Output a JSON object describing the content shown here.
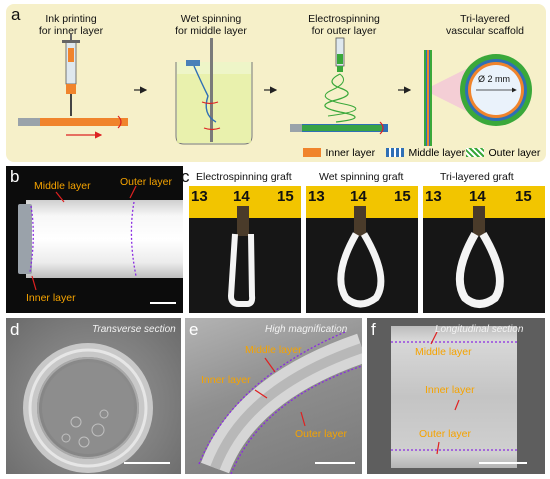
{
  "panel_a": {
    "letter": "a",
    "steps": [
      {
        "line1": "Ink printing",
        "line2": "for inner layer"
      },
      {
        "line1": "Wet spinning",
        "line2": "for middle layer"
      },
      {
        "line1": "Electrospinning",
        "line2": "for outer layer"
      },
      {
        "line1": "Tri-layered",
        "line2": "vascular scaffold"
      }
    ],
    "diameter_label": "Ø 2 mm",
    "legend": [
      {
        "label": "Inner layer",
        "color": "#f0842c"
      },
      {
        "label": "Middle layer",
        "color": "#2f6fb5"
      },
      {
        "label": "Outer layer",
        "color": "#3aa83a"
      }
    ]
  },
  "panel_b": {
    "letter": "b",
    "labels": {
      "middle": "Middle layer",
      "outer": "Outer layer",
      "inner": "Inner layer"
    }
  },
  "panel_c": {
    "letter": "c",
    "grafts": [
      {
        "title": "Electrospinning graft",
        "ticks": [
          "13",
          "14",
          "15"
        ]
      },
      {
        "title": "Wet spinning graft",
        "ticks": [
          "13",
          "14",
          "15"
        ]
      },
      {
        "title": "Tri-layered graft",
        "ticks": [
          "13",
          "14",
          "15"
        ]
      }
    ]
  },
  "panel_d": {
    "letter": "d",
    "title": "Transverse section"
  },
  "panel_e": {
    "letter": "e",
    "title": "High magnification",
    "labels": {
      "middle": "Middle layer",
      "inner": "Inner layer",
      "outer": "Outer layer"
    }
  },
  "panel_f": {
    "letter": "f",
    "title": "Longitudinal section",
    "labels": {
      "middle": "Middle layer",
      "inner": "Inner layer",
      "outer": "Outer layer"
    }
  },
  "colors": {
    "panel_a_bg": "#f6f0c9",
    "accent_orange": "#f0842c",
    "label_yellow": "#f5a300",
    "ruler_yellow": "#f2c500"
  }
}
